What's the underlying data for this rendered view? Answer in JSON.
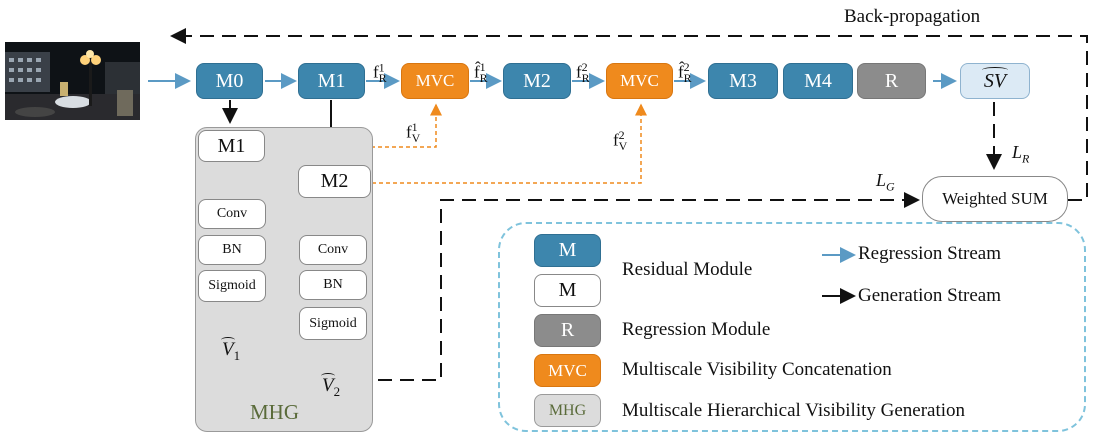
{
  "backprop_label": "Back-propagation",
  "main_stream": {
    "m0": "M0",
    "m1": "M1",
    "mvc1": "MVC",
    "m2": "M2",
    "mvc2": "MVC",
    "m3": "M3",
    "m4": "M4",
    "r": "R",
    "sv_hat": "SV"
  },
  "features": {
    "fr1_base": "f",
    "fr1_sub": "R",
    "fr1_sup": "1",
    "fr1h_base": "f̂",
    "fr1h_sub": "R",
    "fr1h_sup": "1",
    "fr2_base": "f",
    "fr2_sub": "R",
    "fr2_sup": "2",
    "fr2h_base": "f̂",
    "fr2h_sub": "R",
    "fr2h_sup": "2",
    "fv1_base": "f",
    "fv1_sub": "V",
    "fv1_sup": "1",
    "fv2_base": "f",
    "fv2_sub": "V",
    "fv2_sup": "2"
  },
  "mhg": {
    "label": "MHG",
    "branch1": {
      "m": "M1",
      "conv": "Conv",
      "bn": "BN",
      "sigmoid": "Sigmoid",
      "out_base": "V",
      "out_sub": "1"
    },
    "branch2": {
      "m": "M2",
      "conv": "Conv",
      "bn": "BN",
      "sigmoid": "Sigmoid",
      "out_base": "V",
      "out_sub": "2"
    }
  },
  "loss": {
    "lr_base": "L",
    "lr_sub": "R",
    "lg_base": "L",
    "lg_sub": "G",
    "weighted_sum": "Weighted SUM"
  },
  "legend": {
    "m_blue": "M",
    "residual": "Residual Module",
    "m_white": "M",
    "regression_stream": "Regression Stream",
    "generation_stream": "Generation Stream",
    "r": "R",
    "regression_module": "Regression Module",
    "mvc": "MVC",
    "mvc_desc": "Multiscale Visibility Concatenation",
    "mhg": "MHG",
    "mhg_desc": "Multiscale Hierarchical Visibility Generation"
  },
  "colors": {
    "residual_blue": "#3d86ad",
    "mvc_orange": "#ef8a1d",
    "regression_gray": "#8c8c8c",
    "regression_arrow": "#5b9ac4",
    "generation_arrow": "#111111",
    "visibility_arrow": "#ef8a1d",
    "legend_border": "#7fc3dc",
    "mhg_text": "#5a6b3a"
  }
}
